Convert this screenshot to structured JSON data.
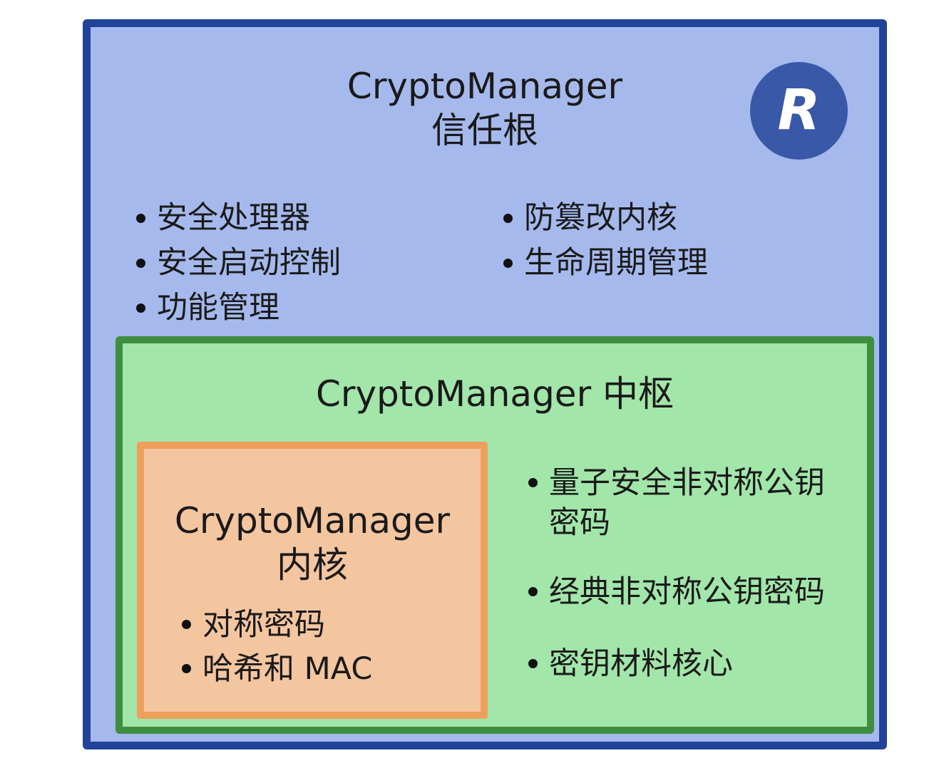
{
  "root_of_trust": {
    "title_line1": "CryptoManager",
    "title_line2": "信任根",
    "logo_letter": "R",
    "left_items": [
      "安全处理器",
      "安全启动控制",
      "功能管理"
    ],
    "right_items": [
      "防篡改内核",
      "生命周期管理"
    ]
  },
  "hub": {
    "title": "CryptoManager 中枢",
    "items": [
      "量子安全非对称公钥密码",
      "经典非对称公钥密码",
      "密钥材料核心"
    ]
  },
  "core": {
    "title_line1": "CryptoManager",
    "title_line2": "内核",
    "items": [
      "对称密码",
      "哈希和 MAC"
    ]
  },
  "colors": {
    "root_fill": "#a5b9ec",
    "root_border": "#22439a",
    "hub_fill": "#a2e6aa",
    "hub_border": "#3f8d3f",
    "core_fill": "#f4c6a0",
    "core_border": "#ef9f5d",
    "logo_fill": "#3a58a8"
  },
  "icons": {
    "logo": "rambus-r-logo-icon"
  }
}
